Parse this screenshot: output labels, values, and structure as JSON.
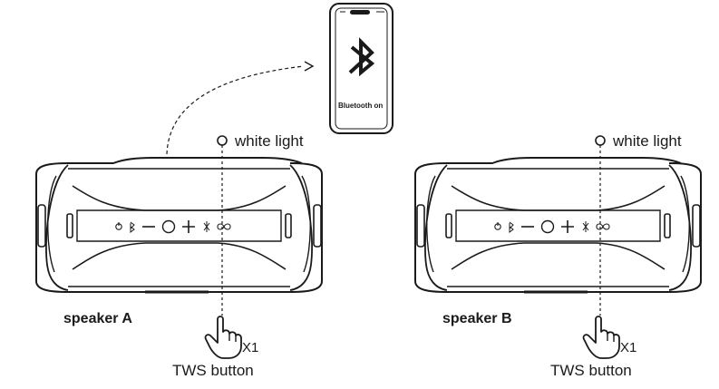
{
  "phone": {
    "status_text": "Bluetooth on"
  },
  "speakers": [
    {
      "label": "speaker A",
      "light_label": "white light",
      "press_count": "X1",
      "button_label": "TWS button"
    },
    {
      "label": "speaker B",
      "light_label": "white light",
      "press_count": "X1",
      "button_label": "TWS button"
    }
  ],
  "icons": [
    "bluetooth-icon",
    "hand-press-icon",
    "led-indicator-icon",
    "power-icon",
    "tws-icon"
  ],
  "colors": {
    "line": "#1a1a1a",
    "background": "#ffffff"
  }
}
